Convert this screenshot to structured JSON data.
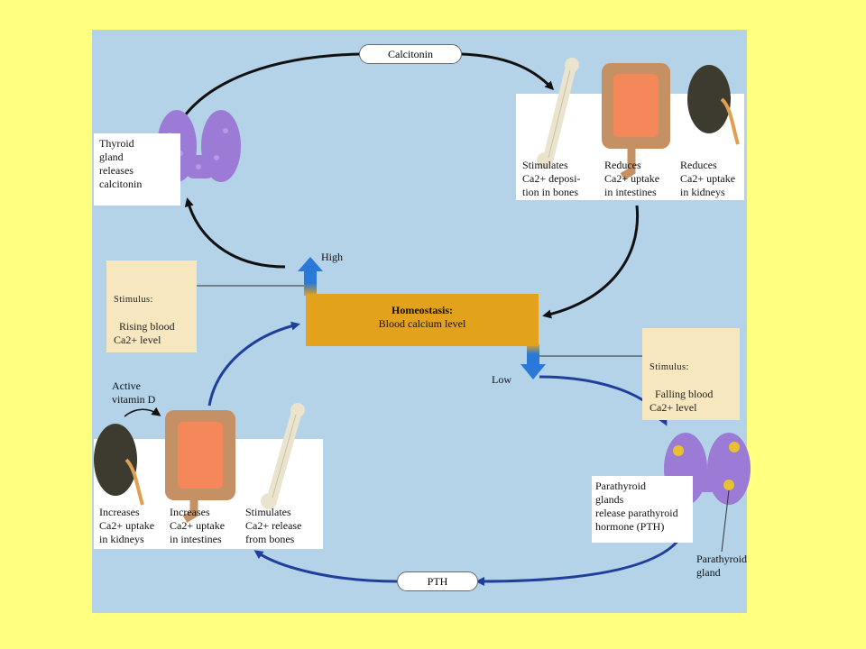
{
  "hormones": {
    "top": "Calcitonin",
    "bottom": "PTH"
  },
  "center": {
    "title": "Homeostasis:",
    "subtitle": "Blood calcium level"
  },
  "levels": {
    "high": "High",
    "low": "Low"
  },
  "stimulus_rising": {
    "label": "Stimulus:",
    "text": "Rising blood\nCa2+ level"
  },
  "stimulus_falling": {
    "label": "Stimulus:",
    "text": "Falling blood\nCa2+ level"
  },
  "thyroid": {
    "text": "Thyroid\ngland\nreleases\ncalcitonin"
  },
  "calcitonin_effects": [
    {
      "text": "Stimulates\nCa2+ deposi-\ntion in bones"
    },
    {
      "text": "Reduces\nCa2+ uptake\nin intestines"
    },
    {
      "text": "Reduces\nCa2+ uptake\nin kidneys"
    }
  ],
  "active_vitamin": "Active\nvitamin D",
  "pth_effects": [
    {
      "text": "Increases\nCa2+ uptake\nin kidneys"
    },
    {
      "text": "Increases\nCa2+ uptake\nin intestines"
    },
    {
      "text": "Stimulates\nCa2+ release\nfrom bones"
    }
  ],
  "parathyroid": {
    "text": "Parathyroid\nglands\nrelease parathyroid\nhormone (PTH)"
  },
  "parathyroid_label": "Parathyroid\ngland",
  "colors": {
    "background": "#ffff80",
    "panel": "#b4d2e8",
    "homeostasis_box": "#e2a21c",
    "stimulus_box": "#f7e7bf",
    "arrow_black": "#111111",
    "arrow_blue": "#1f3f9a",
    "level_arrow": "#2a78d8",
    "thyroid": "#9b7bd6",
    "intestine": "#c59063",
    "intestine_inner": "#f5885a",
    "kidney": "#3d3a30",
    "bone": "#eae4cf"
  }
}
